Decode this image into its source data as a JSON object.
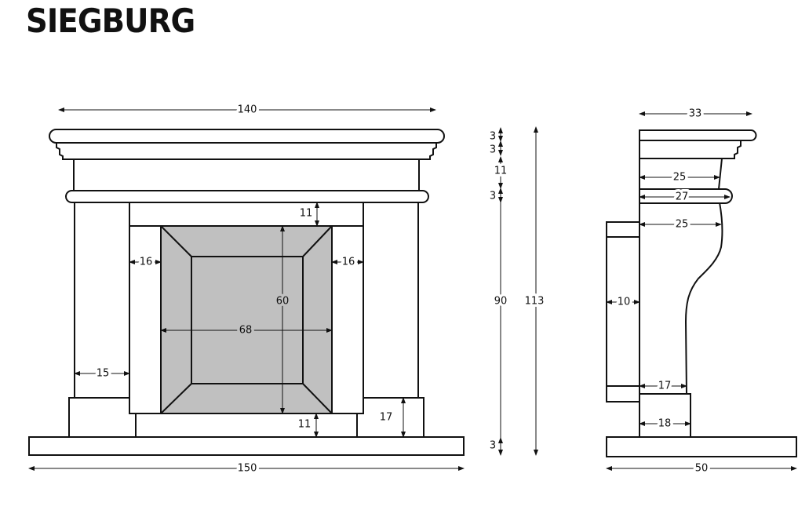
{
  "title": "SIEGBURG",
  "front": {
    "shelf_width": "140",
    "base_width": "150",
    "lintel_height": "11",
    "side_left": "16",
    "side_right": "16",
    "opening_height": "60",
    "opening_width": "68",
    "pillar_width": "15",
    "hearth_height": "11",
    "plinth_height": "17"
  },
  "heights": {
    "shelf": "3",
    "cornice": "3",
    "frieze": "11",
    "bead": "3",
    "legs": "90",
    "base": "3",
    "total": "113"
  },
  "side": {
    "shelf_depth": "33",
    "frieze_depth": "25",
    "bead_depth": "27",
    "leg_top_depth": "25",
    "insert_depth": "10",
    "leg_bottom_depth": "17",
    "plinth_depth": "18",
    "base_depth": "50"
  },
  "colors": {
    "line": "#111111",
    "insert": "#c0c0c0"
  }
}
